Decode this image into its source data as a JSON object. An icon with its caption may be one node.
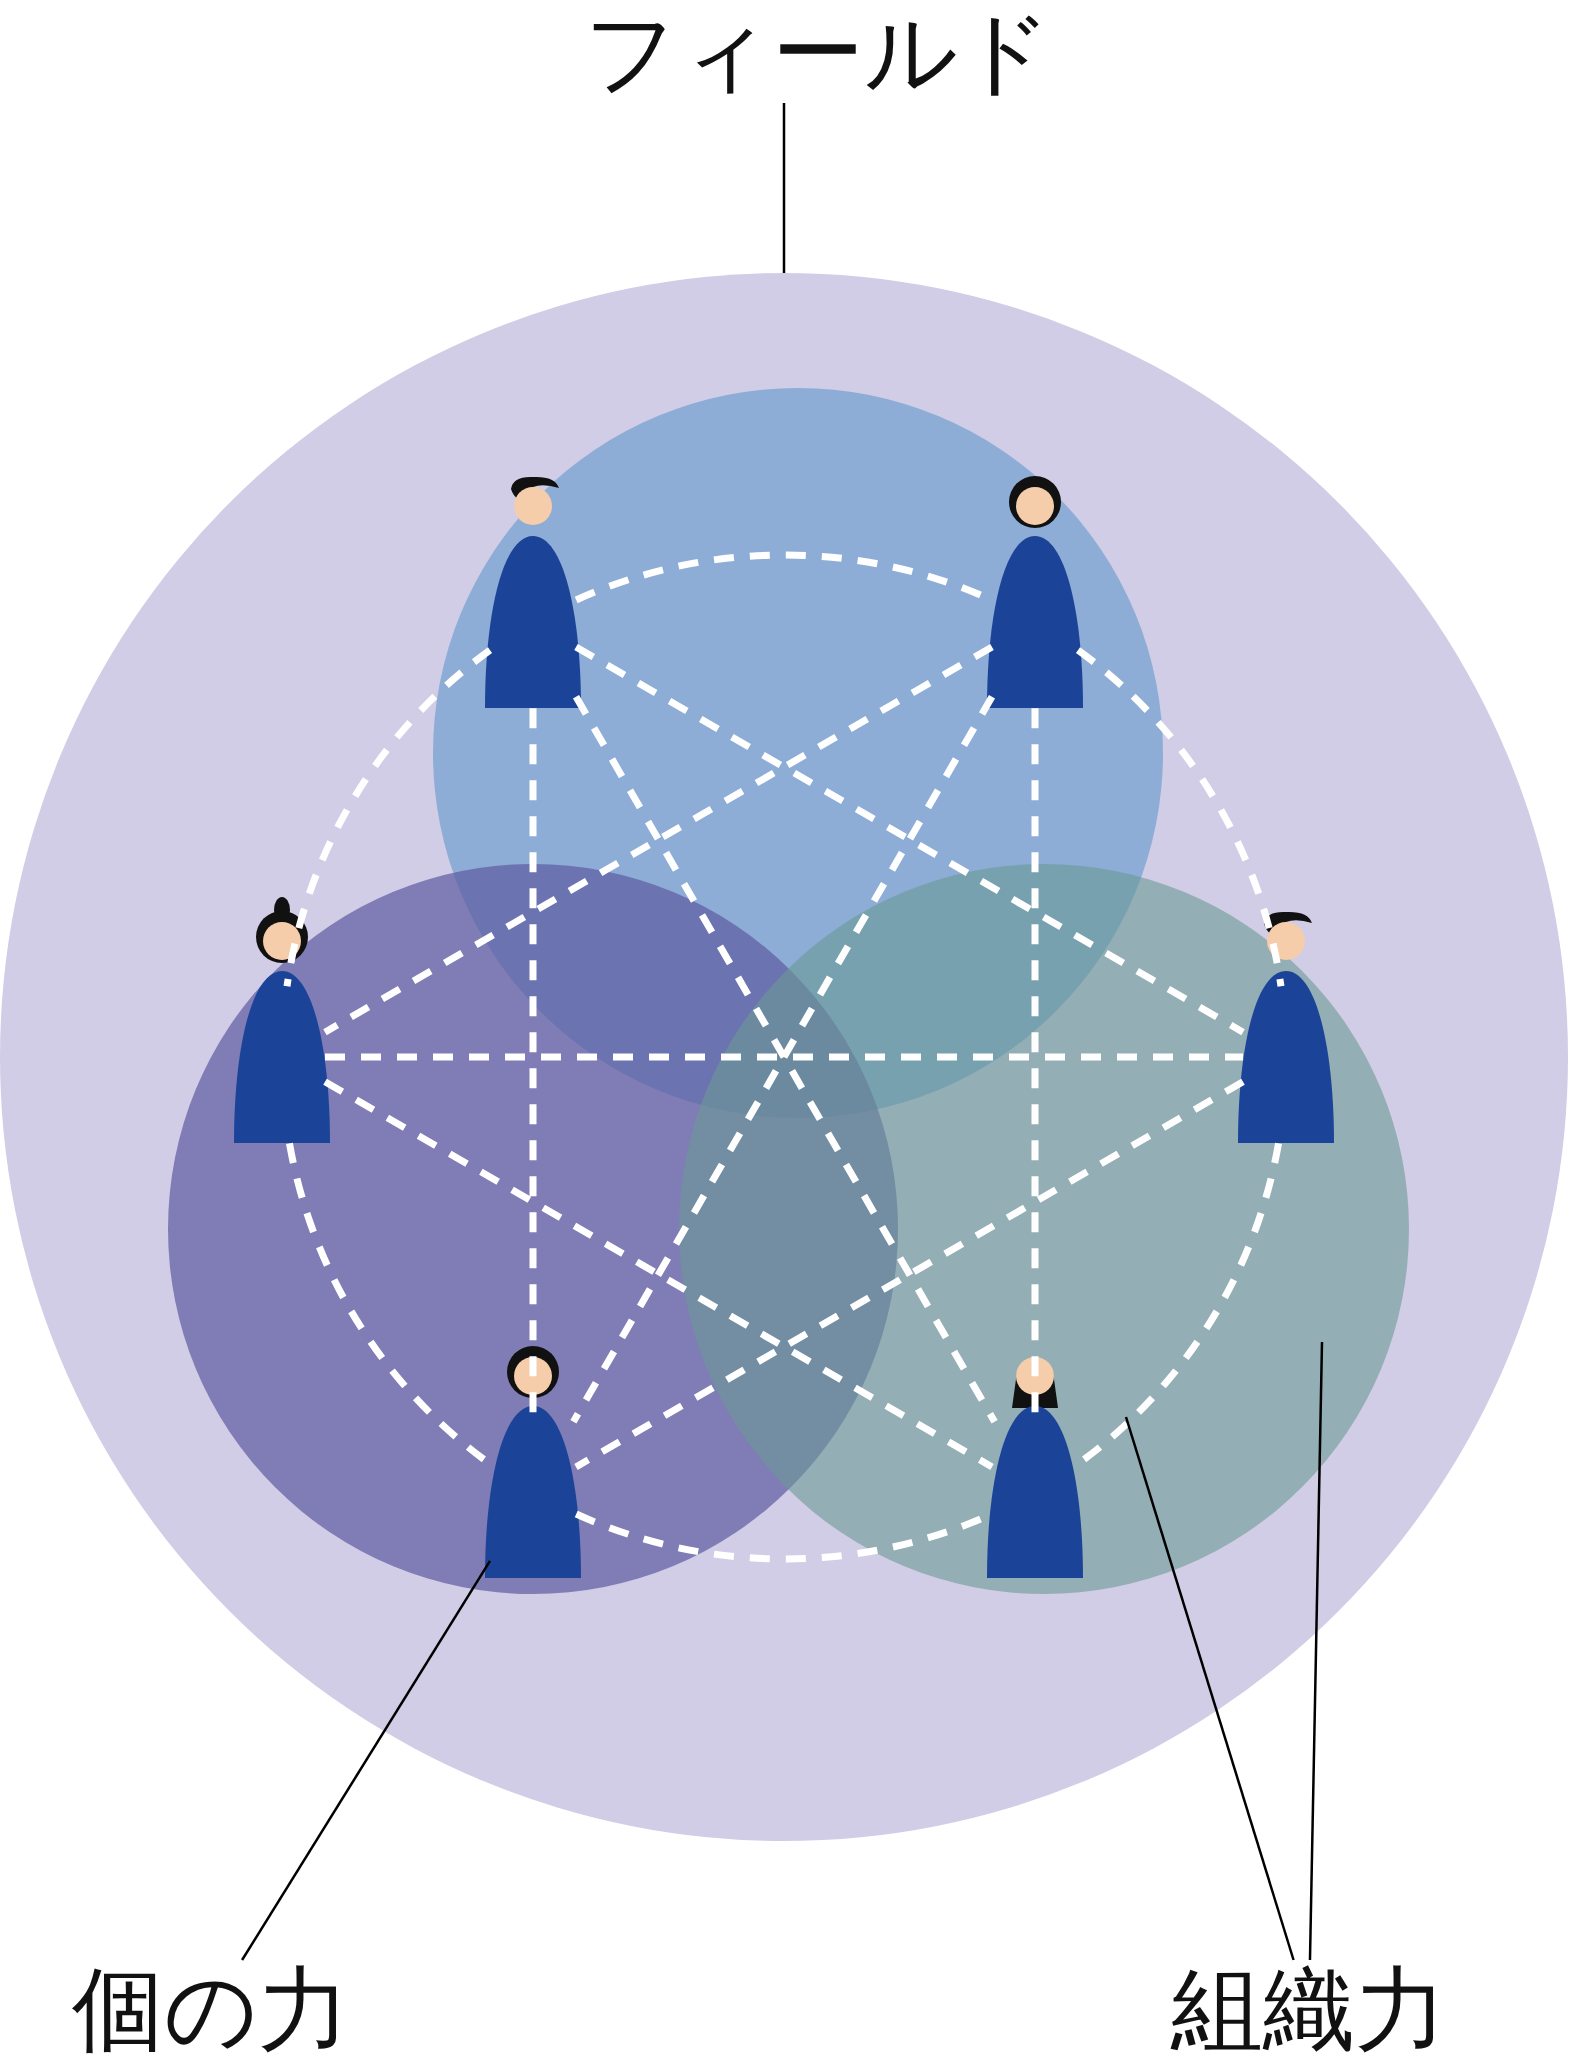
{
  "diagram": {
    "nodes": [
      {
        "text": [
          "フィールド"
        ]
      },
      {
        "text": [],
        "shape": "circle"
      },
      {
        "text": [],
        "shape": "circle",
        "in": 1
      },
      {
        "text": [],
        "shape": "circle",
        "in": 1
      },
      {
        "text": [],
        "shape": "circle",
        "in": 1
      },
      {
        "text": [],
        "shape": "person",
        "in": 2
      },
      {
        "text": [],
        "shape": "person",
        "in": 2
      },
      {
        "text": [],
        "shape": "person",
        "in": 3
      },
      {
        "text": [],
        "shape": "person",
        "in": 4
      },
      {
        "text": [],
        "shape": "person",
        "in": 3
      },
      {
        "text": [],
        "shape": "person",
        "in": 4
      },
      {
        "text": [
          "個の力"
        ]
      },
      {
        "text": [
          "組織力"
        ]
      }
    ],
    "edges": [
      {
        "from": 0,
        "to": 1,
        "arrow": "none",
        "color": "#000000"
      },
      {
        "from": 5,
        "to": 6,
        "arrow": "none",
        "style": "dashed",
        "color": "#ffffff"
      },
      {
        "from": 5,
        "to": 7,
        "arrow": "none",
        "style": "dashed",
        "color": "#ffffff"
      },
      {
        "from": 5,
        "to": 8,
        "arrow": "none",
        "style": "dashed",
        "color": "#ffffff"
      },
      {
        "from": 5,
        "to": 9,
        "arrow": "none",
        "style": "dashed",
        "color": "#ffffff"
      },
      {
        "from": 5,
        "to": 10,
        "arrow": "none",
        "style": "dashed",
        "color": "#ffffff"
      },
      {
        "from": 6,
        "to": 7,
        "arrow": "none",
        "style": "dashed",
        "color": "#ffffff"
      },
      {
        "from": 6,
        "to": 8,
        "arrow": "none",
        "style": "dashed",
        "color": "#ffffff"
      },
      {
        "from": 6,
        "to": 9,
        "arrow": "none",
        "style": "dashed",
        "color": "#ffffff"
      },
      {
        "from": 6,
        "to": 10,
        "arrow": "none",
        "style": "dashed",
        "color": "#ffffff"
      },
      {
        "from": 7,
        "to": 8,
        "arrow": "none",
        "style": "dashed",
        "color": "#ffffff"
      },
      {
        "from": 7,
        "to": 9,
        "arrow": "none",
        "style": "dashed",
        "color": "#ffffff"
      },
      {
        "from": 7,
        "to": 10,
        "arrow": "none",
        "style": "dashed",
        "color": "#ffffff"
      },
      {
        "from": 8,
        "to": 9,
        "arrow": "none",
        "style": "dashed",
        "color": "#ffffff"
      },
      {
        "from": 8,
        "to": 10,
        "arrow": "none",
        "style": "dashed",
        "color": "#ffffff"
      },
      {
        "from": 9,
        "to": 10,
        "arrow": "none",
        "style": "dashed",
        "color": "#ffffff"
      },
      {
        "from": 11,
        "to": 9,
        "arrow": "none",
        "color": "#000000"
      },
      {
        "from": 12,
        "to": 4,
        "arrow": "none",
        "color": "#000000"
      },
      {
        "from": 12,
        "to": 4,
        "arrow": "none",
        "color": "#000000"
      }
    ]
  }
}
